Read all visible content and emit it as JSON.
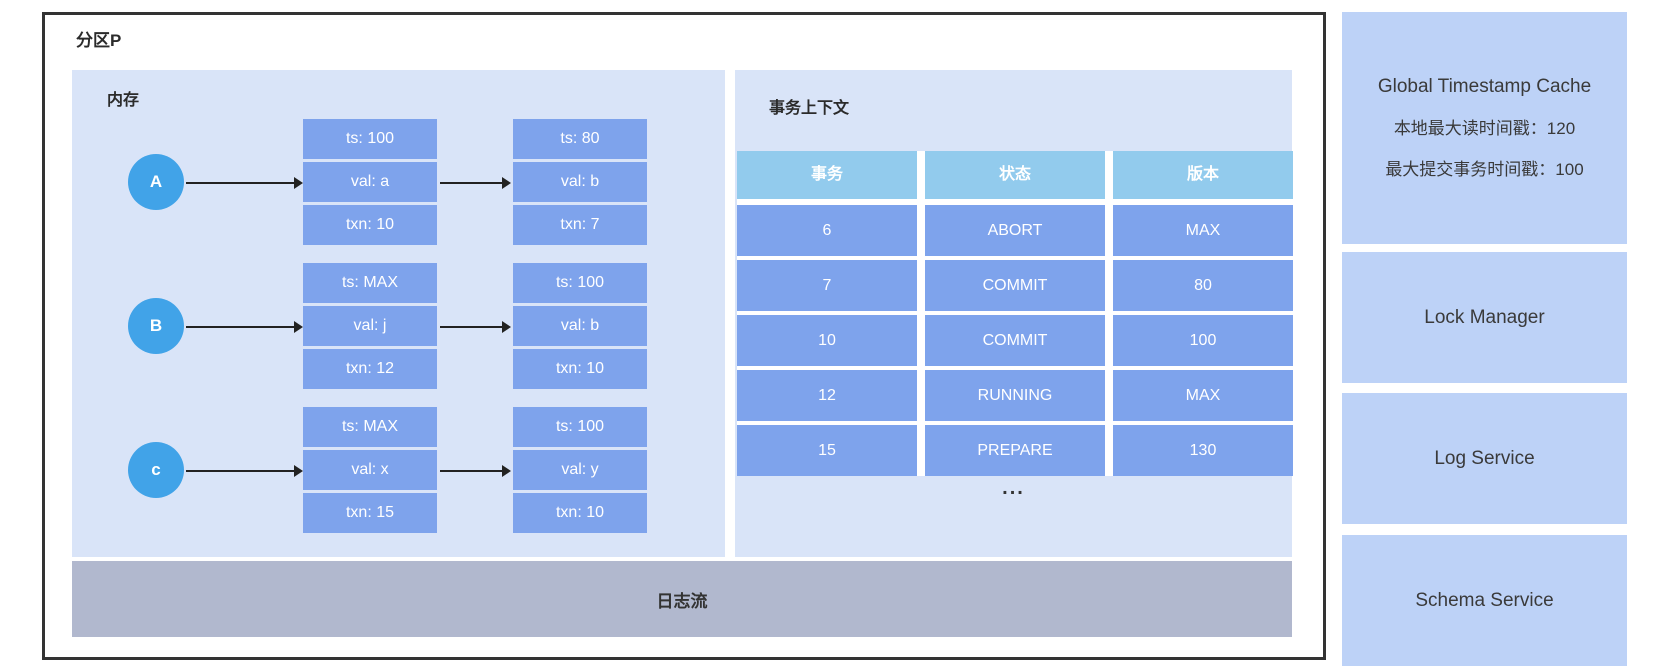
{
  "partition": {
    "title": "分区P",
    "memory": {
      "title": "内存",
      "chains": [
        {
          "node": "A",
          "v1": {
            "ts": "ts: 100",
            "val": "val: a",
            "txn": "txn: 10"
          },
          "v2": {
            "ts": "ts: 80",
            "val": "val: b",
            "txn": "txn: 7"
          }
        },
        {
          "node": "B",
          "v1": {
            "ts": "ts: MAX",
            "val": "val: j",
            "txn": "txn: 12"
          },
          "v2": {
            "ts": "ts: 100",
            "val": "val: b",
            "txn": "txn: 10"
          }
        },
        {
          "node": "c",
          "v1": {
            "ts": "ts: MAX",
            "val": "val: x",
            "txn": "txn: 15"
          },
          "v2": {
            "ts": "ts: 100",
            "val": "val: y",
            "txn": "txn: 10"
          }
        }
      ]
    },
    "txn": {
      "title": "事务上下文",
      "columns": [
        "事务",
        "状态",
        "版本"
      ],
      "rows": [
        [
          "6",
          "ABORT",
          "MAX"
        ],
        [
          "7",
          "COMMIT",
          "80"
        ],
        [
          "10",
          "COMMIT",
          "100"
        ],
        [
          "12",
          "RUNNING",
          "MAX"
        ],
        [
          "15",
          "PREPARE",
          "130"
        ]
      ],
      "ellipsis": "..."
    },
    "log_stream": {
      "label": "日志流"
    }
  },
  "services": {
    "gtc": {
      "title": "Global Timestamp Cache",
      "local_max_read_ts": "本地最大读时间戳：120",
      "max_commit_txn_ts": "最大提交事务时间戳：100"
    },
    "items": [
      "Lock Manager",
      "Log Service",
      "Schema Service"
    ]
  },
  "colors": {
    "panel_bg": "#d9e4f8",
    "cell_blue": "#7ea3ec",
    "header_blue": "#92cbed",
    "node_circle": "#41a3e8",
    "service_box": "#bdd2f7",
    "log_bar": "#b1b8ce",
    "border": "#333333",
    "text_dark": "#2f2f2f",
    "text_light": "#ffffff"
  }
}
